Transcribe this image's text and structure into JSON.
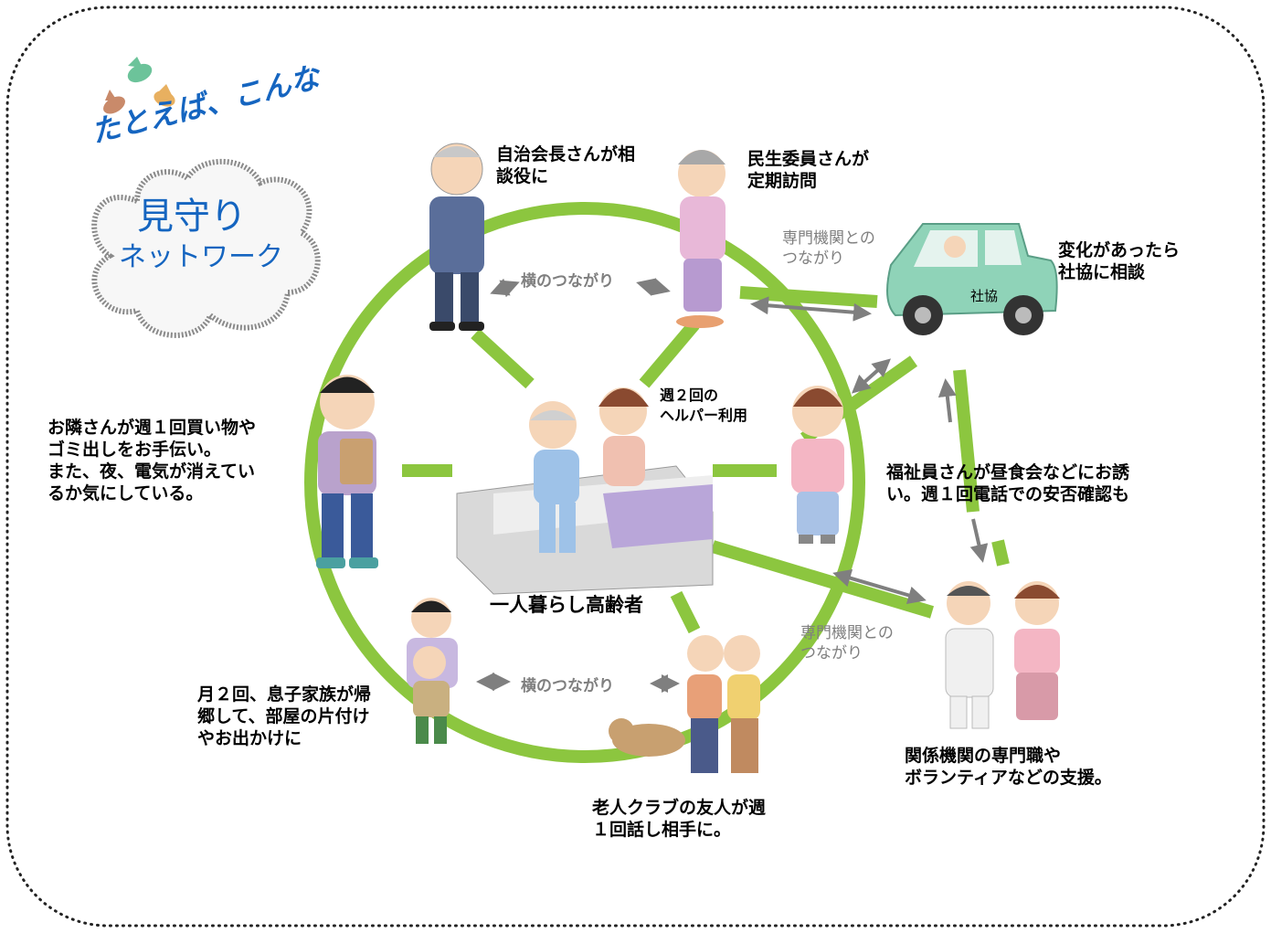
{
  "title": {
    "line1": "たとえば、こんな",
    "line2": "見守り",
    "line3": "ネットワーク"
  },
  "center": {
    "label": "一人暮らし高齢者",
    "helper_note": "週２回の\nヘルパー利用"
  },
  "nodes": {
    "chairman": "自治会長さんが相\n談役に",
    "welfare_commissioner": "民生委員さんが\n定期訪問",
    "car_text": "社協",
    "consult": "変化があったら\n社協に相談",
    "neighbor": "お隣さんが週１回買い物や\nゴミ出しをお手伝い。\nまた、夜、電気が消えてい\nるか気にしている。",
    "welfare_member": "福祉員さんが昼食会などにお誘\nい。週１回電話での安否確認も",
    "son_family": "月２回、息子家族が帰\n郷して、部屋の片付け\nやお出かけに",
    "old_club": "老人クラブの友人が週\n１回話し相手に。",
    "professionals": "関係機関の専門職や\nボランティアなどの支援。"
  },
  "connections": {
    "horizontal_top": "横のつながり",
    "horizontal_bottom": "横のつながり",
    "expert_top": "専門機関との\nつながり",
    "expert_bottom": "専門機関との\nつながり"
  },
  "colors": {
    "ring_green": "#8cc63f",
    "arrow_gray": "#7f7f7f",
    "title_blue": "#1565c0",
    "car_body": "#8fd3b8",
    "border_dots": "#222222"
  }
}
